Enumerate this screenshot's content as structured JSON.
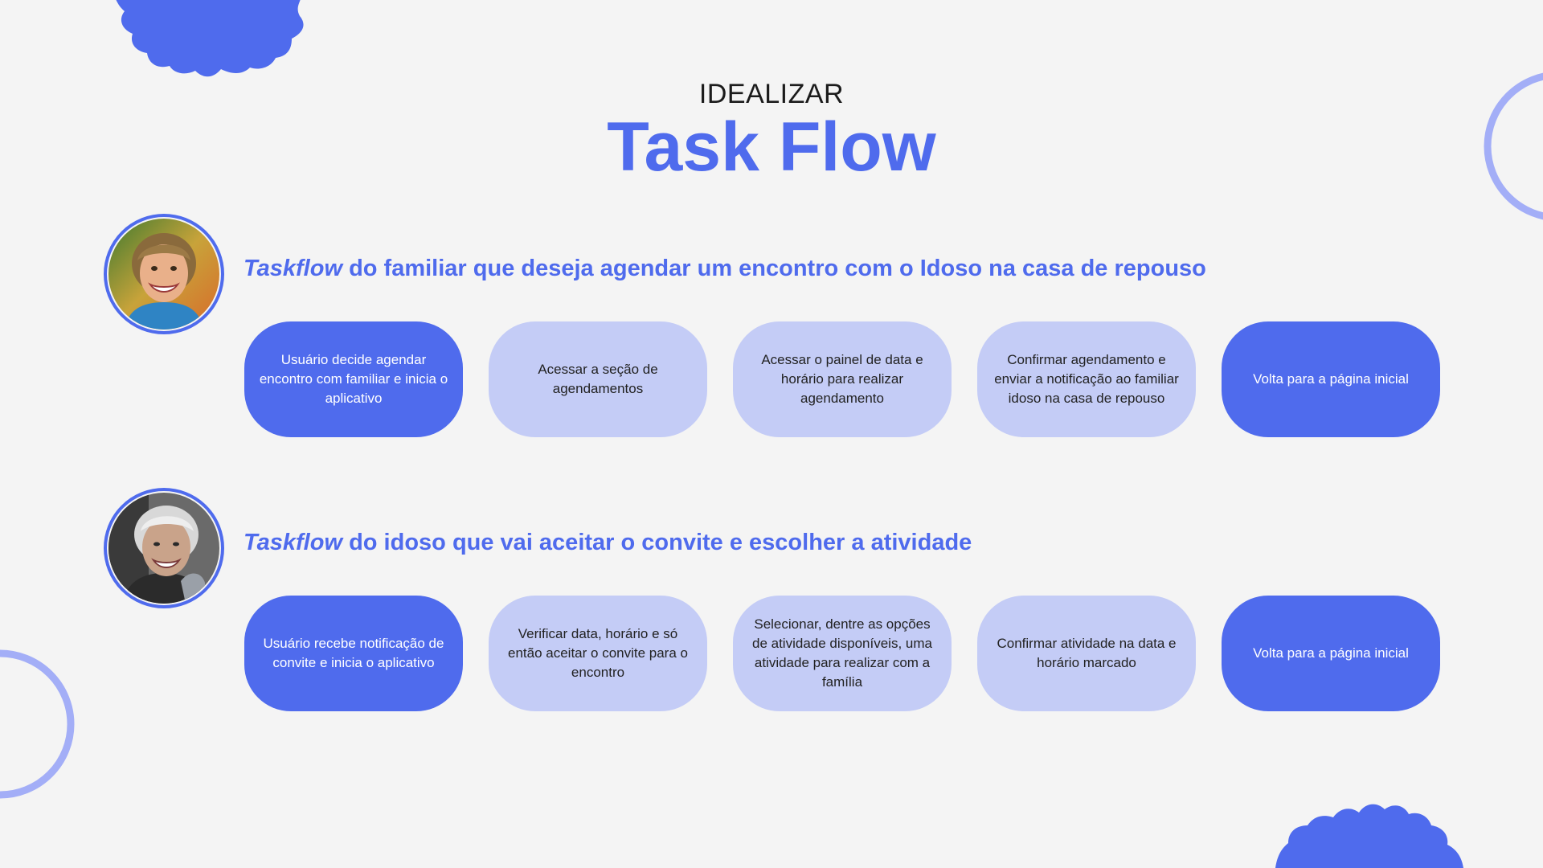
{
  "header": {
    "subtitle": "IDEALIZAR",
    "title": "Task Flow"
  },
  "colors": {
    "primary": "#4f6bed",
    "light": "#c4ccf6",
    "ring": "#a3aef7",
    "background": "#f4f4f4"
  },
  "flows": [
    {
      "title_italic": "Taskflow",
      "title_rest": " do familiar que deseja agendar um encontro com o Idoso na casa de repouso",
      "avatar": "woman-avatar",
      "steps": [
        {
          "label": "Usuário decide agendar encontro com familiar e inicia o aplicativo",
          "style": "dark"
        },
        {
          "label": "Acessar a seção de agendamentos",
          "style": "light"
        },
        {
          "label": "Acessar o painel de data e horário para realizar agendamento",
          "style": "light"
        },
        {
          "label": "Confirmar agendamento e enviar a notificação ao familiar idoso na casa de repouso",
          "style": "light"
        },
        {
          "label": "Volta para a página inicial",
          "style": "dark"
        }
      ]
    },
    {
      "title_italic": "Taskflow",
      "title_rest": " do idoso que vai aceitar o convite e escolher a atividade",
      "avatar": "elderly-woman-avatar",
      "steps": [
        {
          "label": "Usuário recebe notificação de convite e inicia o aplicativo",
          "style": "dark"
        },
        {
          "label": "Verificar data, horário e só então aceitar o convite para o encontro",
          "style": "light"
        },
        {
          "label": "Selecionar, dentre as opções de atividade disponíveis, uma atividade para realizar com a família",
          "style": "light"
        },
        {
          "label": "Confirmar atividade na data e horário marcado",
          "style": "light"
        },
        {
          "label": "Volta para a página inicial",
          "style": "dark"
        }
      ]
    }
  ]
}
